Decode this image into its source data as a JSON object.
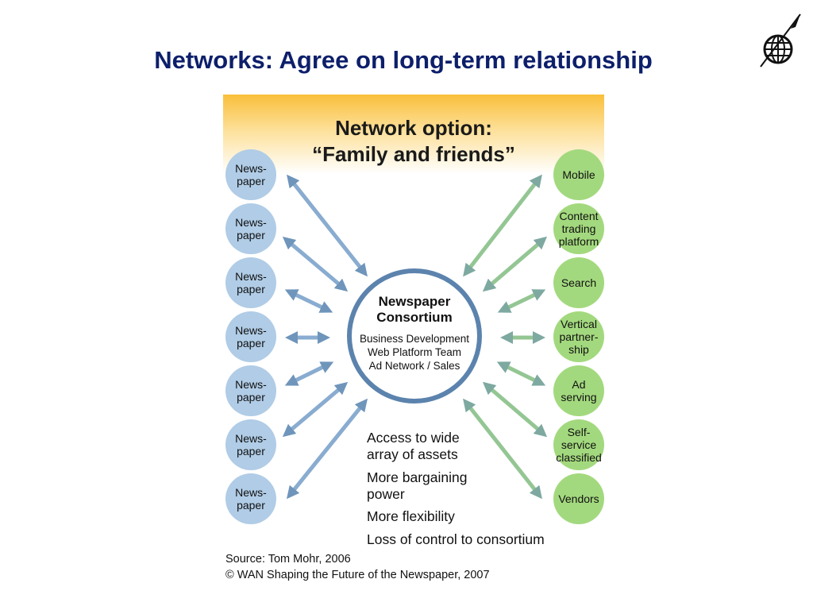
{
  "slide_title": "Networks: Agree on long-term relationship",
  "logo_icon": "globe-logo-icon",
  "diagram": {
    "heading_line1": "Network option:",
    "heading_line2": "“Family and friends”",
    "hub": {
      "title": "Newspaper\nConsortium",
      "lines": [
        "Business Development",
        "Web Platform Team",
        "Ad Network / Sales"
      ]
    },
    "left_nodes": [
      "News-\npaper",
      "News-\npaper",
      "News-\npaper",
      "News-\npaper",
      "News-\npaper",
      "News-\npaper",
      "News-\npaper"
    ],
    "right_nodes": [
      "Mobile",
      "Content\ntrading\nplatform",
      "Search",
      "Vertical\npartner-\nship",
      "Ad\nserving",
      "Self-\nservice\nclassified",
      "Vendors"
    ],
    "benefits": [
      "Access to wide",
      "array of assets",
      "More bargaining",
      "power",
      "More flexibility",
      "Loss of control to consortium"
    ],
    "colors": {
      "left_node": "#b0cce6",
      "right_node": "#a3d97e",
      "hub_ring": "#5b83ad",
      "banner": "#f9bf3a",
      "title": "#0d1f6b"
    }
  },
  "source": {
    "line1": "Source: Tom Mohr, 2006",
    "line2": "© WAN Shaping the Future of the Newspaper, 2007"
  }
}
